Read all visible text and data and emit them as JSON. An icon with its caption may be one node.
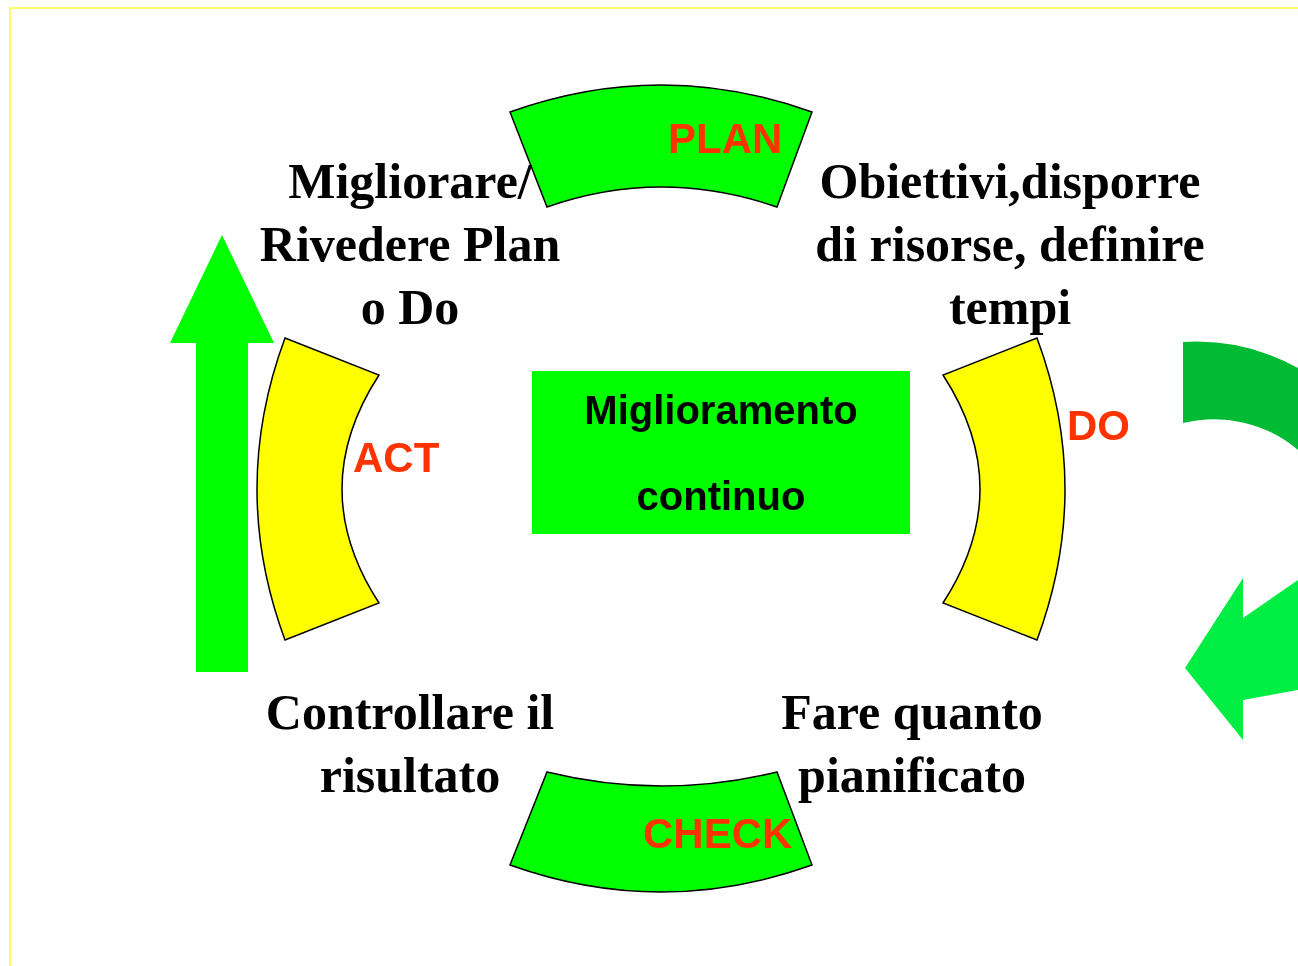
{
  "diagram": {
    "nodes": [
      {
        "text": [
          "PLAN"
        ]
      },
      {
        "text": [
          "DO"
        ]
      },
      {
        "text": [
          "CHECK"
        ]
      },
      {
        "text": [
          "ACT"
        ]
      },
      {
        "text": [
          "Miglioramento continuo"
        ]
      }
    ],
    "labels": [
      "Migliorare/ Rivedere Plan o Do",
      "Obiettivi,disporre di risorse, definire tempi",
      "Controllare il risultato",
      "Fare quanto pianificato"
    ]
  }
}
